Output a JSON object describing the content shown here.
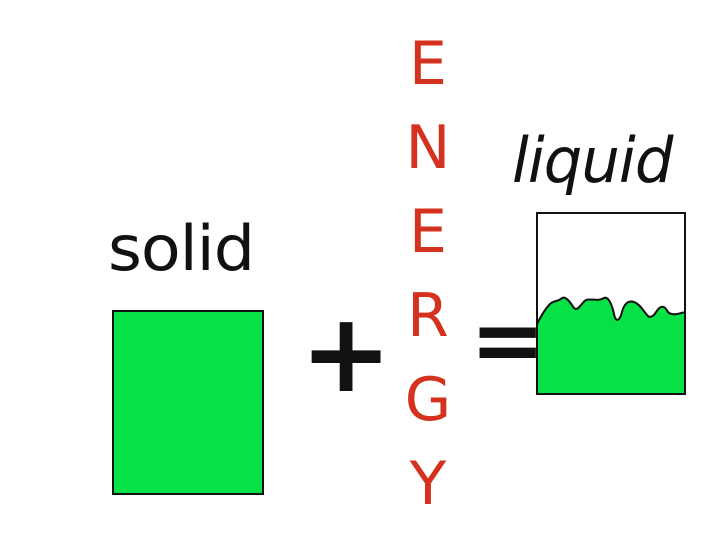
{
  "left": {
    "label": "solid"
  },
  "operator_plus": "+",
  "energy_word": [
    "E",
    "N",
    "E",
    "R",
    "G",
    "Y"
  ],
  "operator_equals": "=",
  "right": {
    "label": "liquid"
  },
  "colors": {
    "substance": "#06e146",
    "energy": "#d4311e",
    "outline": "#111111"
  }
}
